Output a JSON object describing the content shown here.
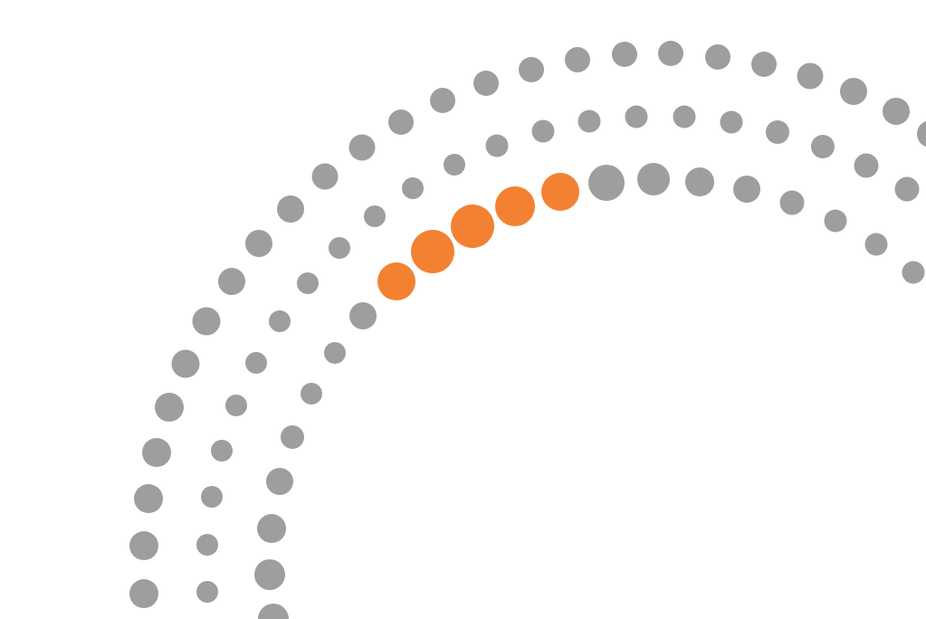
{
  "colors": {
    "background": "#ffffff",
    "dot_gray": "#9e9e9e",
    "dot_accent": "#f28232"
  },
  "graphic": {
    "description_icon": "dotted-arcs-graphic",
    "rings": [
      {
        "name": "outer",
        "dot_color": "gray"
      },
      {
        "name": "middle",
        "dot_color": "gray"
      },
      {
        "name": "inner",
        "dot_color": "gray",
        "accent_dot_count": 5
      }
    ]
  }
}
